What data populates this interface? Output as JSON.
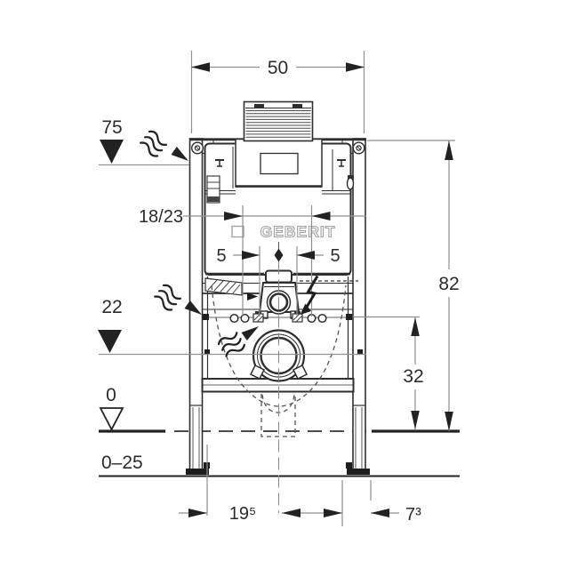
{
  "logo": {
    "text": "GEBERIT"
  },
  "dimensions": {
    "frame_width_cm": "50",
    "upper_edge_level_cm": "75",
    "water_supply_range_cm": "18/23",
    "offset_left_cm": "5",
    "offset_right_cm": "5",
    "outlet_level_cm": "22",
    "frame_height_cm": "82",
    "pan_support_level_cm": "32",
    "floor_level_cm": "0",
    "floor_buildup_range_cm": "0–25",
    "center_to_foot_cm": "19⁵",
    "foot_zone_cm": "7³"
  },
  "icons": [
    "flex-arrow",
    "lightning-arrow",
    "level-triangle-filled",
    "level-triangle-open",
    "centerline-diamond"
  ],
  "colors": {
    "background": "#ffffff",
    "object_lines": "#2e2e2e",
    "dimension_lines": "#8f8f8f",
    "text": "#2b2b2b",
    "logo_outline": "#a3a3a3"
  }
}
